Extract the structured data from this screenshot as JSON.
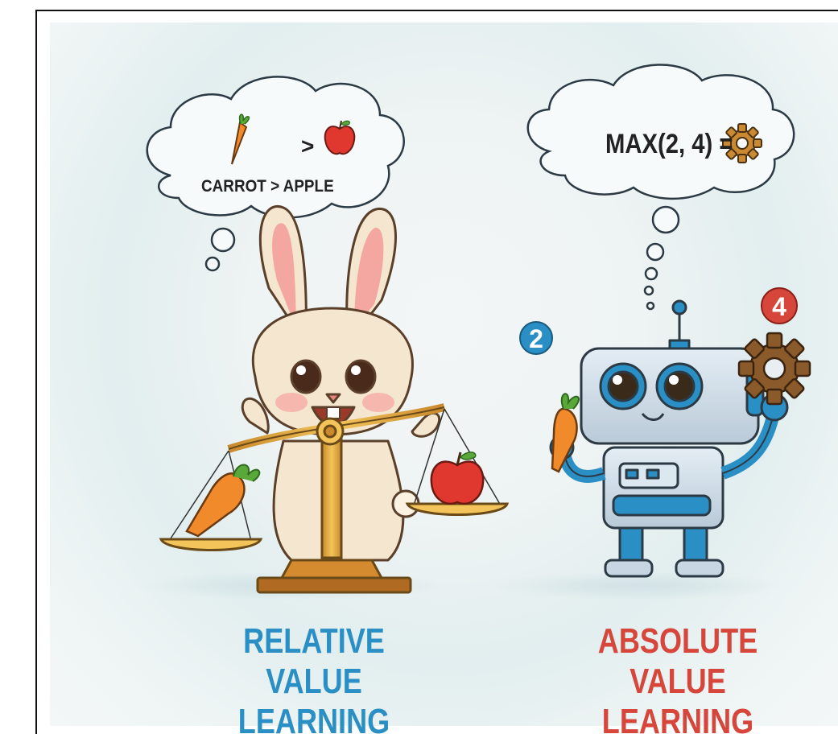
{
  "left_panel": {
    "thought_bubble": {
      "comparison_symbol": ">",
      "caption": "CARROT > APPLE"
    },
    "title_line1": "RELATIVE VALUE",
    "title_line2": "LEARNING",
    "title_color": "#2a8fc4"
  },
  "right_panel": {
    "thought_bubble": {
      "expression": "MAX(2, 4) ="
    },
    "carrot_badge": "2",
    "gear_badge": "4",
    "title_line1": "ABSOLUTE VALUE",
    "title_line2": "LEARNING",
    "title_color": "#d6463a"
  },
  "icons": {
    "carrot": "carrot-icon",
    "apple": "apple-icon",
    "gear": "gear-icon",
    "bunny": "bunny-illustration",
    "robot": "robot-illustration",
    "scale": "balance-scale-illustration"
  }
}
